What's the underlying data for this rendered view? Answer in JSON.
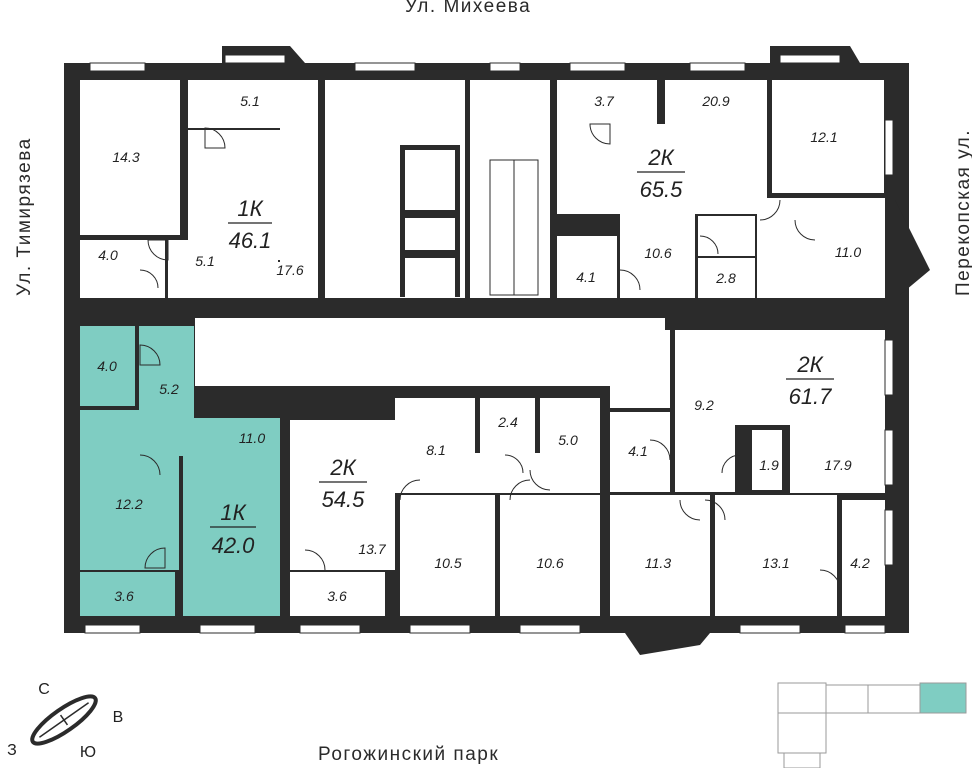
{
  "streets": {
    "top": "Ул. Михеева",
    "left": "Ул. Тимирязева",
    "right": "Перекопская ул.",
    "bottom": "Рогожинский парк"
  },
  "compass": {
    "north": "С",
    "east": "В",
    "south": "Ю",
    "west": "З"
  },
  "apartments": [
    {
      "id": "apt-1k-46",
      "type": "1К",
      "area": "46.1"
    },
    {
      "id": "apt-2k-65",
      "type": "2К",
      "area": "65.5"
    },
    {
      "id": "apt-2k-61",
      "type": "2К",
      "area": "61.7"
    },
    {
      "id": "apt-2k-54",
      "type": "2К",
      "area": "54.5"
    },
    {
      "id": "apt-1k-42",
      "type": "1К",
      "area": "42.0",
      "highlighted": true
    }
  ],
  "rooms": [
    "14.3",
    "5.1",
    "4.0",
    "5.1",
    "17.6",
    "3.7",
    "20.9",
    "12.1",
    "10.6",
    "4.1",
    "2.8",
    "11.0",
    "4.0",
    "5.2",
    "12.2",
    "3.6",
    "11.0",
    "8.1",
    "2.4",
    "5.0",
    "13.7",
    "3.6",
    "10.5",
    "10.6",
    "9.2",
    "4.1",
    "1.9",
    "17.9",
    "11.3",
    "13.1",
    "4.2"
  ],
  "colors": {
    "highlight": "#7fcdc2",
    "walls": "#2b2b2b"
  }
}
